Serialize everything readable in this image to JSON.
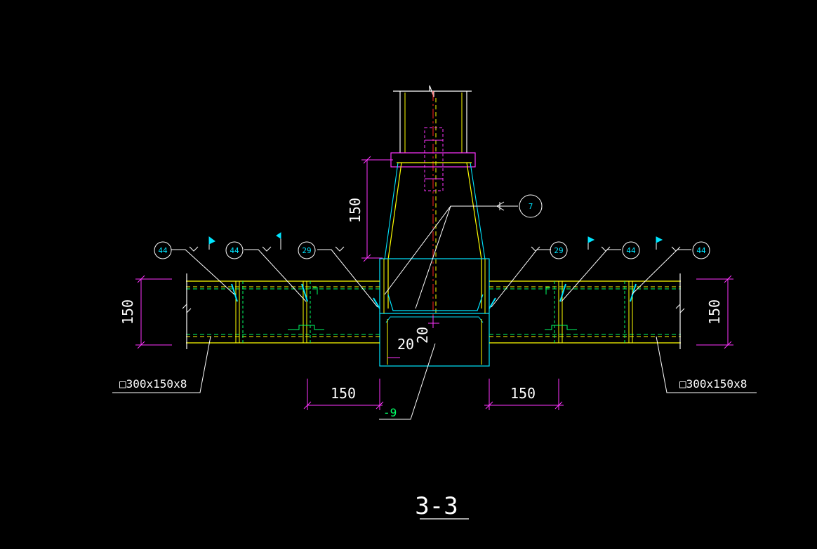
{
  "drawing": {
    "section_title": "3-3",
    "dimensions": {
      "column_height": "150",
      "beam_depth_left": "150",
      "beam_depth_right": "150",
      "offset_horizontal": "20",
      "offset_vertical": "20",
      "span_left": "150",
      "span_right": "150"
    },
    "labels": {
      "beam_left": "□300x150x8",
      "beam_right": "□300x150x8",
      "plate": "-9"
    },
    "bubbles": {
      "b_44_1": "44",
      "b_44_2": "44",
      "b_29_left": "29",
      "b_7": "7",
      "b_29_right": "29",
      "b_44_3": "44",
      "b_44_4": "44"
    }
  },
  "colors": {
    "background": "#000000",
    "steel": "#ffff00",
    "weld": "#00ffff",
    "dimension": "#ff00ff",
    "text": "#ffffff",
    "hidden": "#00ff00",
    "center": "#ff0000"
  }
}
